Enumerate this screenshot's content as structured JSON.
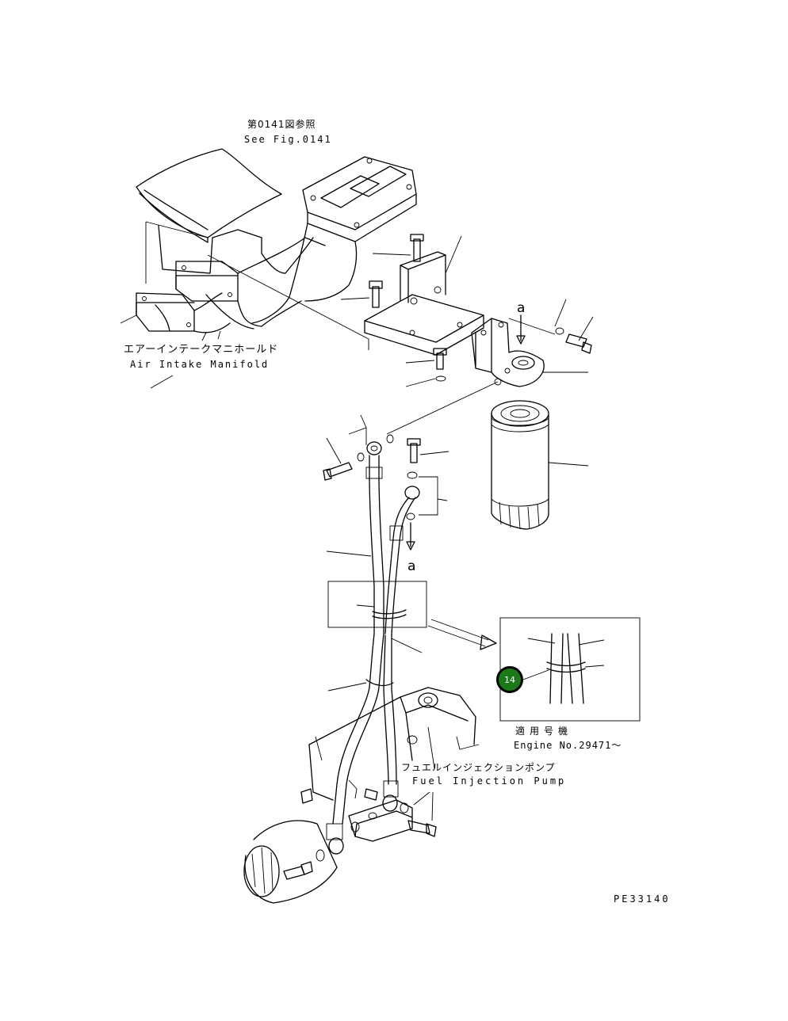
{
  "diagram": {
    "labels": {
      "fig_ref_jp": "第0141図参照",
      "fig_ref_en": "See Fig.0141",
      "manifold_jp": "エアーインテークマニホールド",
      "manifold_en": "Air Intake Manifold",
      "pump_jp": "フュエルインジェクションポンプ",
      "pump_en": "Fuel Injection Pump",
      "applicable_jp": "適用号機",
      "applicable_en": "Engine No.29471〜",
      "drawing_code": "PE33140"
    },
    "view_marks": {
      "upper": "a",
      "lower": "a"
    },
    "callouts": [
      {
        "number": "14",
        "color": "#1a7a1a"
      }
    ]
  }
}
